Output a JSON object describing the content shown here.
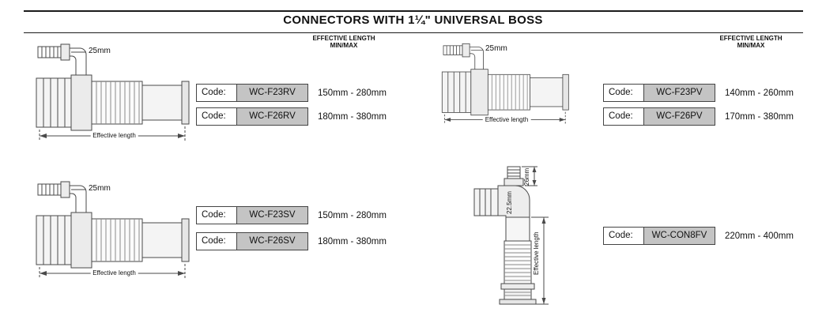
{
  "title": "CONNECTORS WITH 1¼\" UNIVERSAL BOSS",
  "headers": {
    "left": {
      "line1": "EFFECTIVE LENGTH",
      "line2": "MIN/MAX"
    },
    "right": {
      "line1": "EFFECTIVE LENGTH",
      "line2": "MIN/MAX"
    }
  },
  "rows": {
    "f23rv": {
      "label": "Code:",
      "code": "WC-F23RV",
      "range": "150mm - 280mm"
    },
    "f26rv": {
      "label": "Code:",
      "code": "WC-F26RV",
      "range": "180mm - 380mm"
    },
    "f23sv": {
      "label": "Code:",
      "code": "WC-F23SV",
      "range": "150mm - 280mm"
    },
    "f26sv": {
      "label": "Code:",
      "code": "WC-F26SV",
      "range": "180mm - 380mm"
    },
    "f23pv": {
      "label": "Code:",
      "code": "WC-F23PV",
      "range": "140mm - 260mm"
    },
    "f26pv": {
      "label": "Code:",
      "code": "WC-F26PV",
      "range": "170mm - 380mm"
    },
    "con8fv": {
      "label": "Code:",
      "code": "WC-CON8FV",
      "range": "220mm - 400mm"
    }
  },
  "drawings": {
    "top_left": {
      "dim": "25mm",
      "length": "Effective length"
    },
    "bottom_left": {
      "dim": "25mm",
      "length": "Effective length"
    },
    "top_right": {
      "dim": "25mm",
      "length": "Effective length"
    },
    "bottom_right": {
      "dim_top": "26mm",
      "dim_mid": "22.5mm",
      "length": "Effective length"
    }
  },
  "colors": {
    "code_cell_bg": "#c4c4c4",
    "rule": "#1a1a1a"
  }
}
